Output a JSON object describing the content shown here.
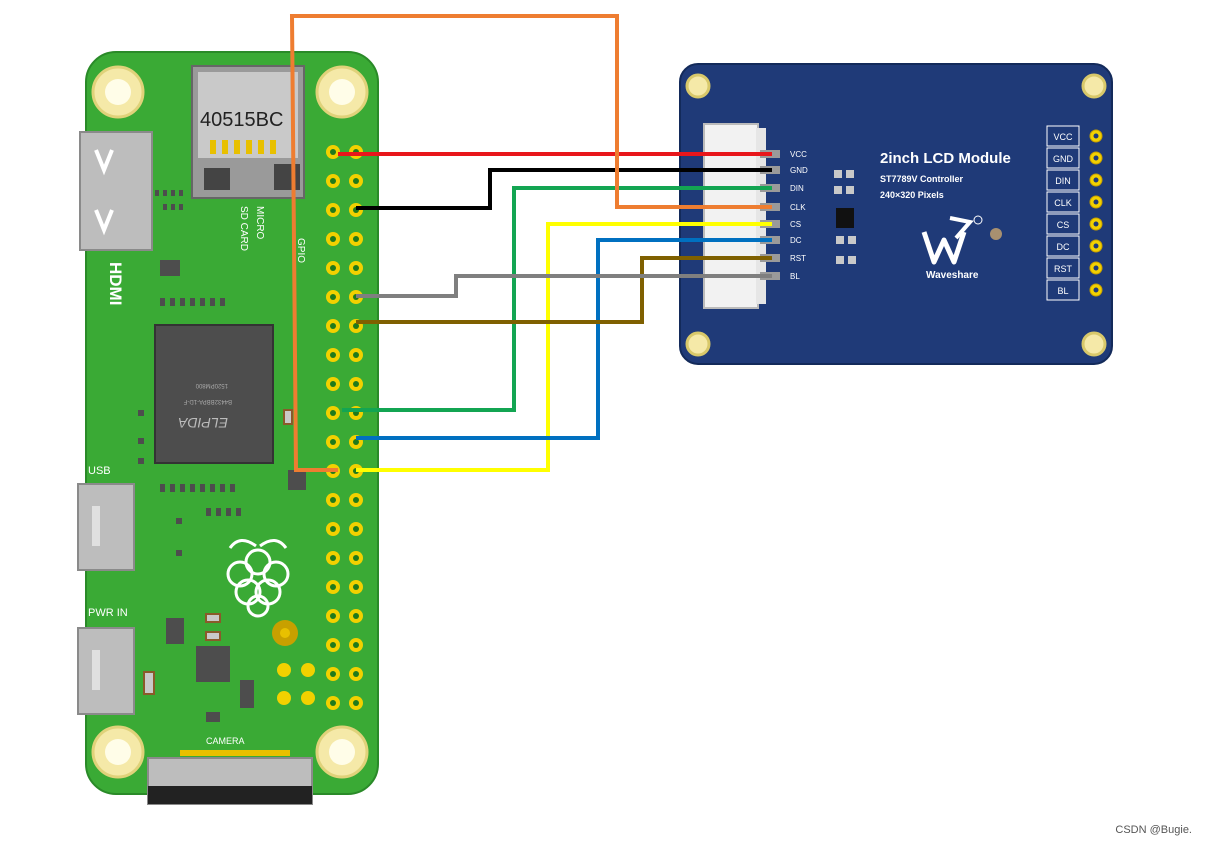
{
  "pi_board": {
    "chip_marking": "40515BC",
    "sd_label_top": "MICRO",
    "sd_label_bottom": "SD CARD",
    "gpio_label": "GPIO",
    "hdmi_label": "HDMI",
    "usb_label": "USB",
    "pwr_label": "PWR IN",
    "camera_label": "CAMERA",
    "ram_label": "ELPIDA",
    "ram_sub1": "B4432BBPA-1D-F",
    "ram_sub2": "1520PM800"
  },
  "lcd": {
    "title": "2inch LCD Module",
    "controller": "ST7789V Controller",
    "resolution": "240×320 Pixels",
    "brand": "Waveshare",
    "pins": [
      "VCC",
      "GND",
      "DIN",
      "CLK",
      "CS",
      "DC",
      "RST",
      "BL"
    ]
  },
  "wires": [
    {
      "pin": "VCC",
      "color": "#e8161b"
    },
    {
      "pin": "GND",
      "color": "#000000"
    },
    {
      "pin": "DIN",
      "color": "#13a552"
    },
    {
      "pin": "CLK",
      "color": "#ee7d31"
    },
    {
      "pin": "CS",
      "color": "#ffff00"
    },
    {
      "pin": "DC",
      "color": "#0070c0"
    },
    {
      "pin": "RST",
      "color": "#7f6000"
    },
    {
      "pin": "BL",
      "color": "#7f7f7f"
    }
  ],
  "watermark": "CSDN @Bugie."
}
